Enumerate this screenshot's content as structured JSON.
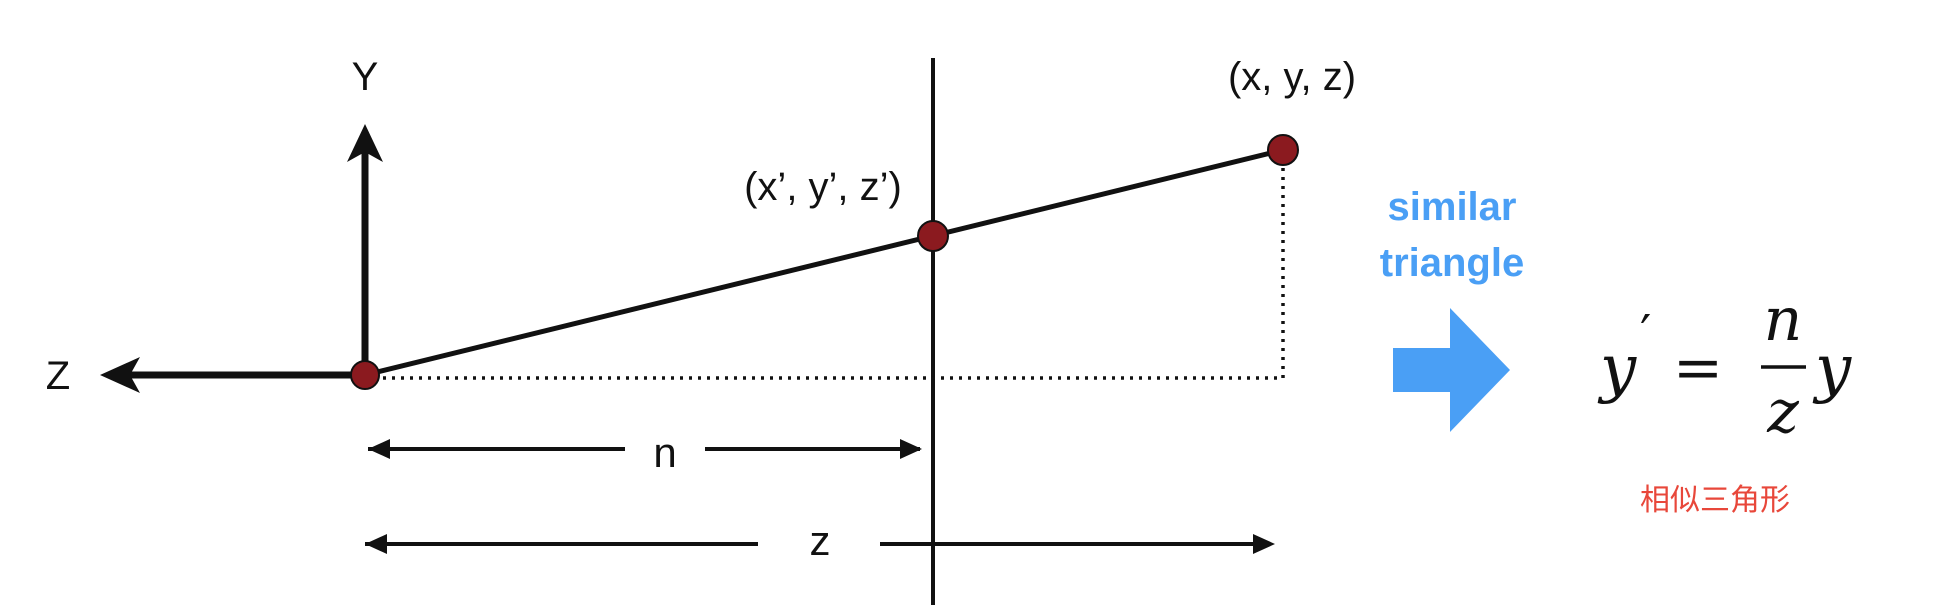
{
  "axes": {
    "y_label": "Y",
    "z_label": "Z"
  },
  "points": {
    "far_label": "(x, y, z)",
    "near_label": "(x’, y’, z’)",
    "point_color": "#8b1a1f"
  },
  "dimensions": {
    "n_label": "n",
    "z_label": "z"
  },
  "callout": {
    "line1": "similar",
    "line2": "triangle",
    "color": "#4a9ff5"
  },
  "formula": {
    "lhs": "y",
    "prime": "′",
    "equals": "=",
    "numerator": "n",
    "denominator": "z",
    "rhs": "y"
  },
  "caption": {
    "text": "相似三角形",
    "color": "#e8473a"
  }
}
